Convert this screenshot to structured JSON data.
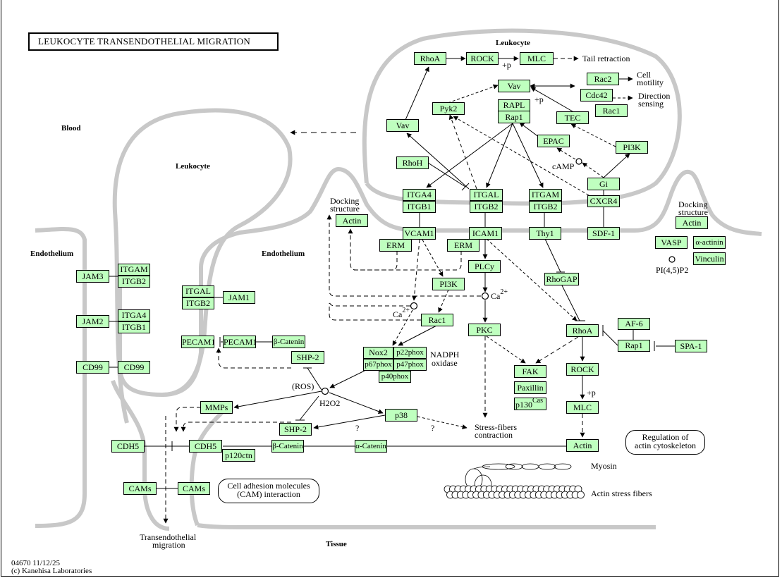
{
  "title": "LEUKOCYTE TRANSENDOTHELIAL MIGRATION",
  "regions": {
    "blood": "Blood",
    "leukocyte_left": "Leukocyte",
    "leukocyte_right": "Leukocyte",
    "endothelium_left": "Endothelium",
    "endothelium_mid": "Endothelium",
    "tissue": "Tissue"
  },
  "nodes": {
    "rhoa_top": "RhoA",
    "rock_top": "ROCK",
    "mlc_top": "MLC",
    "vav_mid": "Vav",
    "vav_left": "Vav",
    "pyk2": "Pyk2",
    "rapl": "RAPL",
    "rap1_top": "Rap1",
    "rac2": "Rac2",
    "cdc42": "Cdc42",
    "rac1_top": "Rac1",
    "tec": "TEC",
    "epac": "EPAC",
    "pi3k_top": "PI3K",
    "rhoh": "RhoH",
    "gi": "Gi",
    "itga4": "ITGA4",
    "itgb1": "ITGB1",
    "itgal": "ITGAL",
    "itgb2_a": "ITGB2",
    "itgam": "ITGAM",
    "itgb2_b": "ITGB2",
    "cxcr4": "CXCR4",
    "vcam1": "VCAM1",
    "icam1": "ICAM1",
    "thy1": "Thy1",
    "sdf1": "SDF-1",
    "actin_dock": "Actin",
    "erm_1": "ERM",
    "erm_2": "ERM",
    "plcy": "PLCy",
    "pi3k_mid": "PI3K",
    "rac1_mid": "Rac1",
    "pkc": "PKC",
    "rhogap": "RhoGAP",
    "nox2": "Nox2",
    "p22phox": "p22phox",
    "p67phox": "p67phox",
    "p47phox": "p47phox",
    "p40phox": "p40phox",
    "rhoa_mid": "RhoA",
    "af6": "AF-6",
    "rap1_mid": "Rap1",
    "spa1": "SPA-1",
    "fak": "FAK",
    "paxillin": "Paxillin",
    "p130": "p130",
    "p130_sup": "Cas",
    "rock_mid": "ROCK",
    "mlc_mid": "MLC",
    "actin_bottom": "Actin",
    "actin_right": "Actin",
    "vasp": "VASP",
    "alpha_actinin": "α-actinin",
    "vinculin": "Vinculin",
    "jam3": "JAM3",
    "itgam_l": "ITGAM",
    "itgb2_l": "ITGB2",
    "jam2": "JAM2",
    "itga4_l": "ITGA4",
    "itgb1_l": "ITGB1",
    "cd99_a": "CD99",
    "cd99_b": "CD99",
    "itgal_m": "ITGAL",
    "itgb2_m": "ITGB2",
    "jam1": "JAM1",
    "pecam1_a": "PECAM1",
    "pecam1_b": "PECAM1",
    "b_catenin_1": "β-Catenin",
    "shp2_a": "SHP-2",
    "shp2_b": "SHP-2",
    "mmps": "MMPs",
    "p38": "p38",
    "cdh5_a": "CDH5",
    "cdh5_b": "CDH5",
    "p120ctn": "p120ctn",
    "b_catenin_2": "β-Catenin",
    "a_catenin": "α-Catenin",
    "cams_a": "CAMs",
    "cams_b": "CAMs"
  },
  "labels": {
    "tail_retraction": "Tail retraction",
    "cell_motility_1": "Cell",
    "cell_motility_2": "motility",
    "direction_1": "Direction",
    "direction_2": "sensing",
    "plus_p_1": "+p",
    "plus_p_2": "+p",
    "plus_p_3": "+p",
    "camp": "cAMP",
    "docking_1a": "Docking",
    "docking_1b": "structure",
    "docking_2a": "Docking",
    "docking_2b": "structure",
    "pip2": "PI(4,5)P2",
    "ca_1": "Ca",
    "ca_1_sup": "2+",
    "ca_2": "Ca",
    "ca_2_sup": "2+",
    "nadph_1": "NADPH",
    "nadph_2": "oxidase",
    "ros": "(ROS)",
    "h2o2": "H2O2",
    "q1": "?",
    "q2": "?",
    "stress_1": "Stress-fibers",
    "stress_2": "contraction",
    "myosin": "Myosin",
    "actin_stress": "Actin stress fibers",
    "tem_1": "Transendothelial",
    "tem_2": "migration",
    "cam_1": "Cell adhesion molecules",
    "cam_2": "(CAM) interaction",
    "reg_1": "Regulation of",
    "reg_2": "actin cytoskeleton"
  },
  "footer": {
    "id_date": "04670 11/12/25",
    "copyright": "(c) Kanehisa Laboratories"
  },
  "colors": {
    "node_fill": "#bfffbf",
    "membrane": "#c8c8c8",
    "line": "#000000"
  }
}
